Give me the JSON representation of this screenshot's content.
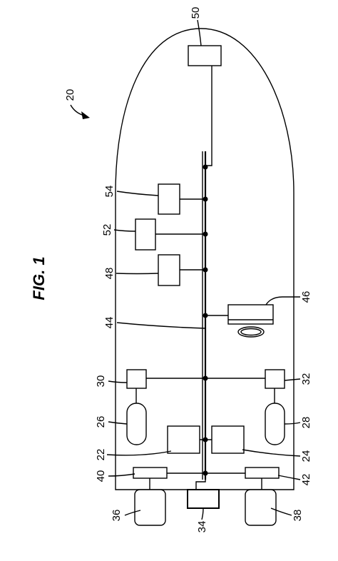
{
  "figure": {
    "title": "FIG. 1",
    "labels": {
      "l20": "20",
      "l22": "22",
      "l24": "24",
      "l26": "26",
      "l28": "28",
      "l30": "30",
      "l32": "32",
      "l34": "34",
      "l36": "36",
      "l38": "38",
      "l40": "40",
      "l42": "42",
      "l44": "44",
      "l46": "46",
      "l48": "48",
      "l50": "50",
      "l52": "52",
      "l54": "54"
    }
  }
}
